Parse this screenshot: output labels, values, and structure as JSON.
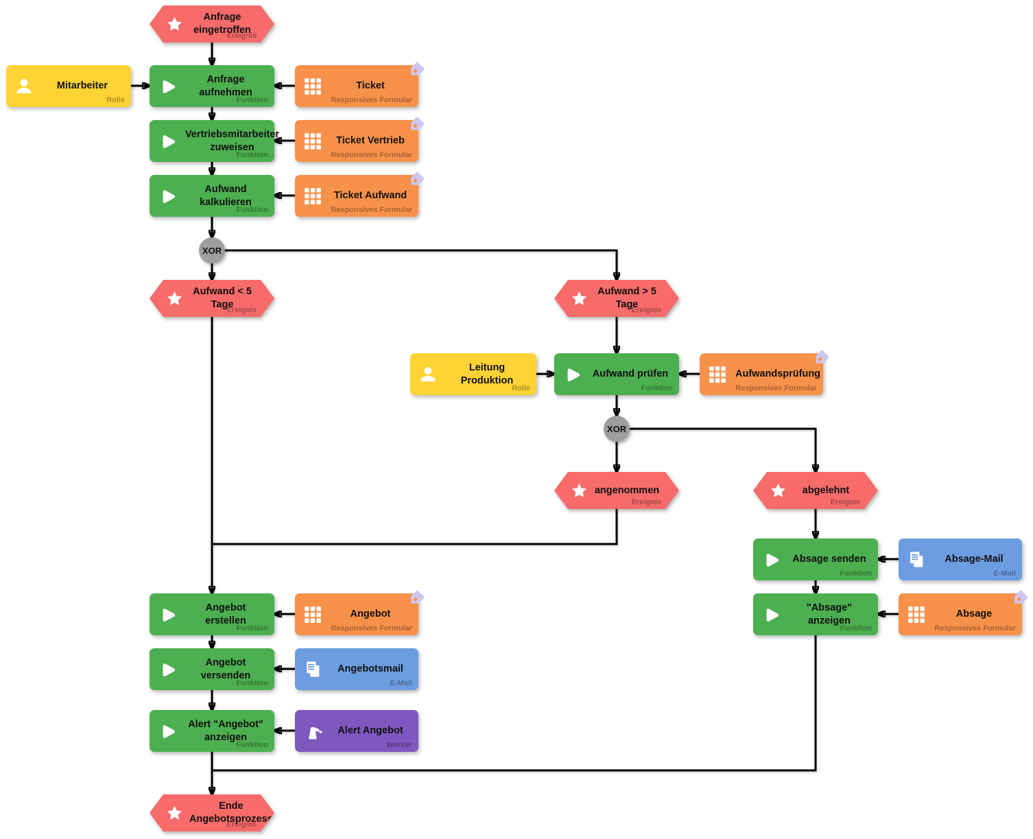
{
  "nodes": {
    "ev_start": {
      "label": "Anfrage eingetroffen",
      "type": "Ereignis"
    },
    "role_mitarbeiter": {
      "label": "Mitarbeiter",
      "type": "Rolle"
    },
    "fn_aufnehmen": {
      "label": "Anfrage aufnehmen",
      "type": "Funktion"
    },
    "form_ticket": {
      "label": "Ticket",
      "type": "Responsives Formular"
    },
    "fn_zuweisen": {
      "label": "Vertriebsmitarbeiter zuweisen",
      "type": "Funktion"
    },
    "form_ticket_vertrieb": {
      "label": "Ticket Vertrieb",
      "type": "Responsives Formular"
    },
    "fn_kalkulieren": {
      "label": "Aufwand kalkulieren",
      "type": "Funktion"
    },
    "form_ticket_aufwand": {
      "label": "Ticket Aufwand",
      "type": "Responsives Formular"
    },
    "gw_xor1": {
      "label": "XOR"
    },
    "ev_lt5": {
      "label": "Aufwand < 5 Tage",
      "type": "Ereignis"
    },
    "ev_gt5": {
      "label": "Aufwand > 5 Tage",
      "type": "Ereignis"
    },
    "role_leitung": {
      "label": "Leitung Produktion",
      "type": "Rolle"
    },
    "fn_pruefen": {
      "label": "Aufwand prüfen",
      "type": "Funktion"
    },
    "form_pruefung": {
      "label": "Aufwandsprüfung",
      "type": "Responsives Formular"
    },
    "gw_xor2": {
      "label": "XOR"
    },
    "ev_angenommen": {
      "label": "angenommen",
      "type": "Ereignis"
    },
    "ev_abgelehnt": {
      "label": "abgelehnt",
      "type": "Ereignis"
    },
    "fn_absage_senden": {
      "label": "Absage senden",
      "type": "Funktion"
    },
    "mail_absage": {
      "label": "Absage-Mail",
      "type": "E-Mail"
    },
    "fn_absage_anzeigen": {
      "label": "\"Absage\" anzeigen",
      "type": "Funktion"
    },
    "form_absage": {
      "label": "Absage",
      "type": "Responsives Formular"
    },
    "fn_angebot_erstellen": {
      "label": "Angebot erstellen",
      "type": "Funktion"
    },
    "form_angebot": {
      "label": "Angebot",
      "type": "Responsives Formular"
    },
    "fn_angebot_versenden": {
      "label": "Angebot versenden",
      "type": "Funktion"
    },
    "mail_angebotsmail": {
      "label": "Angebotsmail",
      "type": "E-Mail"
    },
    "fn_alert": {
      "label": "Alert \"Angebot\" anzeigen",
      "type": "Funktion"
    },
    "worker_alert": {
      "label": "Alert Angebot",
      "type": "Worker"
    },
    "ev_ende": {
      "label": "Ende Angebotsprozess",
      "type": "Ereignis"
    }
  },
  "colors": {
    "event": "#F76B6B",
    "function": "#4CAF50",
    "role": "#FDD335",
    "form": "#F8914A",
    "email": "#6D9DE1",
    "worker": "#7D58BE",
    "gateway": "#9E9E9E",
    "connector": "#000000",
    "tag": "#CFC5EF"
  }
}
